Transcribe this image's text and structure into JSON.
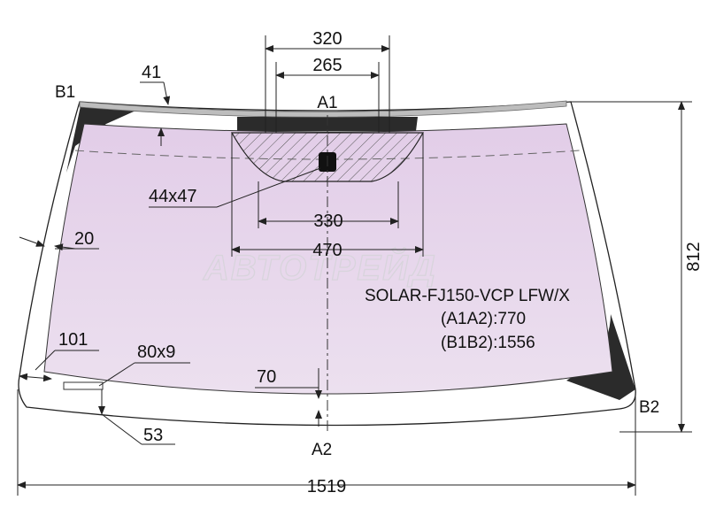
{
  "model_code": "SOLAR-FJ150-VCP LFW/X",
  "dims": {
    "top_width_outer": "320",
    "top_width_inner": "265",
    "sensor_inner": "330",
    "sensor_outer": "470",
    "sensor_patch": "44x47",
    "top_band": "41",
    "side_margin": "20",
    "bottom_side": "101",
    "vin_window": "80x9",
    "bottom_center": "70",
    "bottom_left": "53",
    "total_width": "1519",
    "total_height": "812"
  },
  "points": {
    "a1": "A1",
    "a2": "A2",
    "b1": "B1",
    "b2": "B2"
  },
  "measurements": {
    "a1a2": "(A1A2):770",
    "b1b2": "(B1B2):1556"
  },
  "watermark": "АВТОТРЕЙД",
  "colors": {
    "glass_tint": "#e6d3ea",
    "ceramic_band": "#2b2b2b",
    "top_strip": "#bdbdbd",
    "outline": "#222222"
  }
}
